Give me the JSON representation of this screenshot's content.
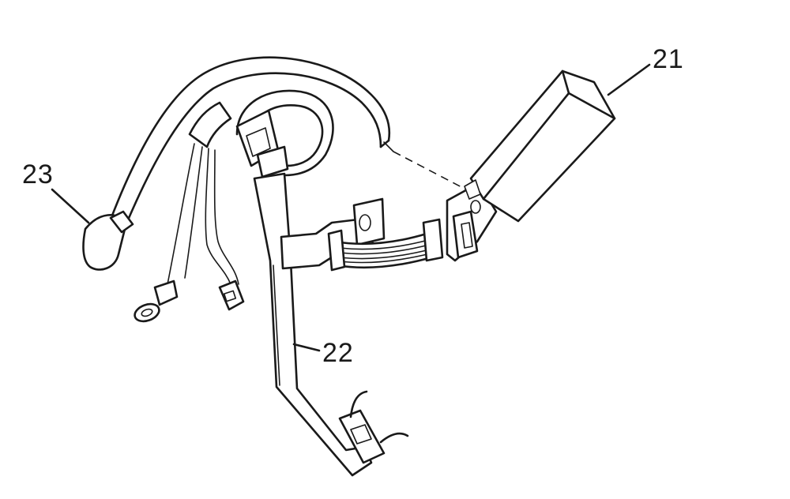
{
  "callouts": [
    {
      "id": "21",
      "label": "21"
    },
    {
      "id": "22",
      "label": "22"
    },
    {
      "id": "23",
      "label": "23"
    }
  ],
  "colors": {
    "ink": "#1a1a1a",
    "paper": "#ffffff"
  }
}
